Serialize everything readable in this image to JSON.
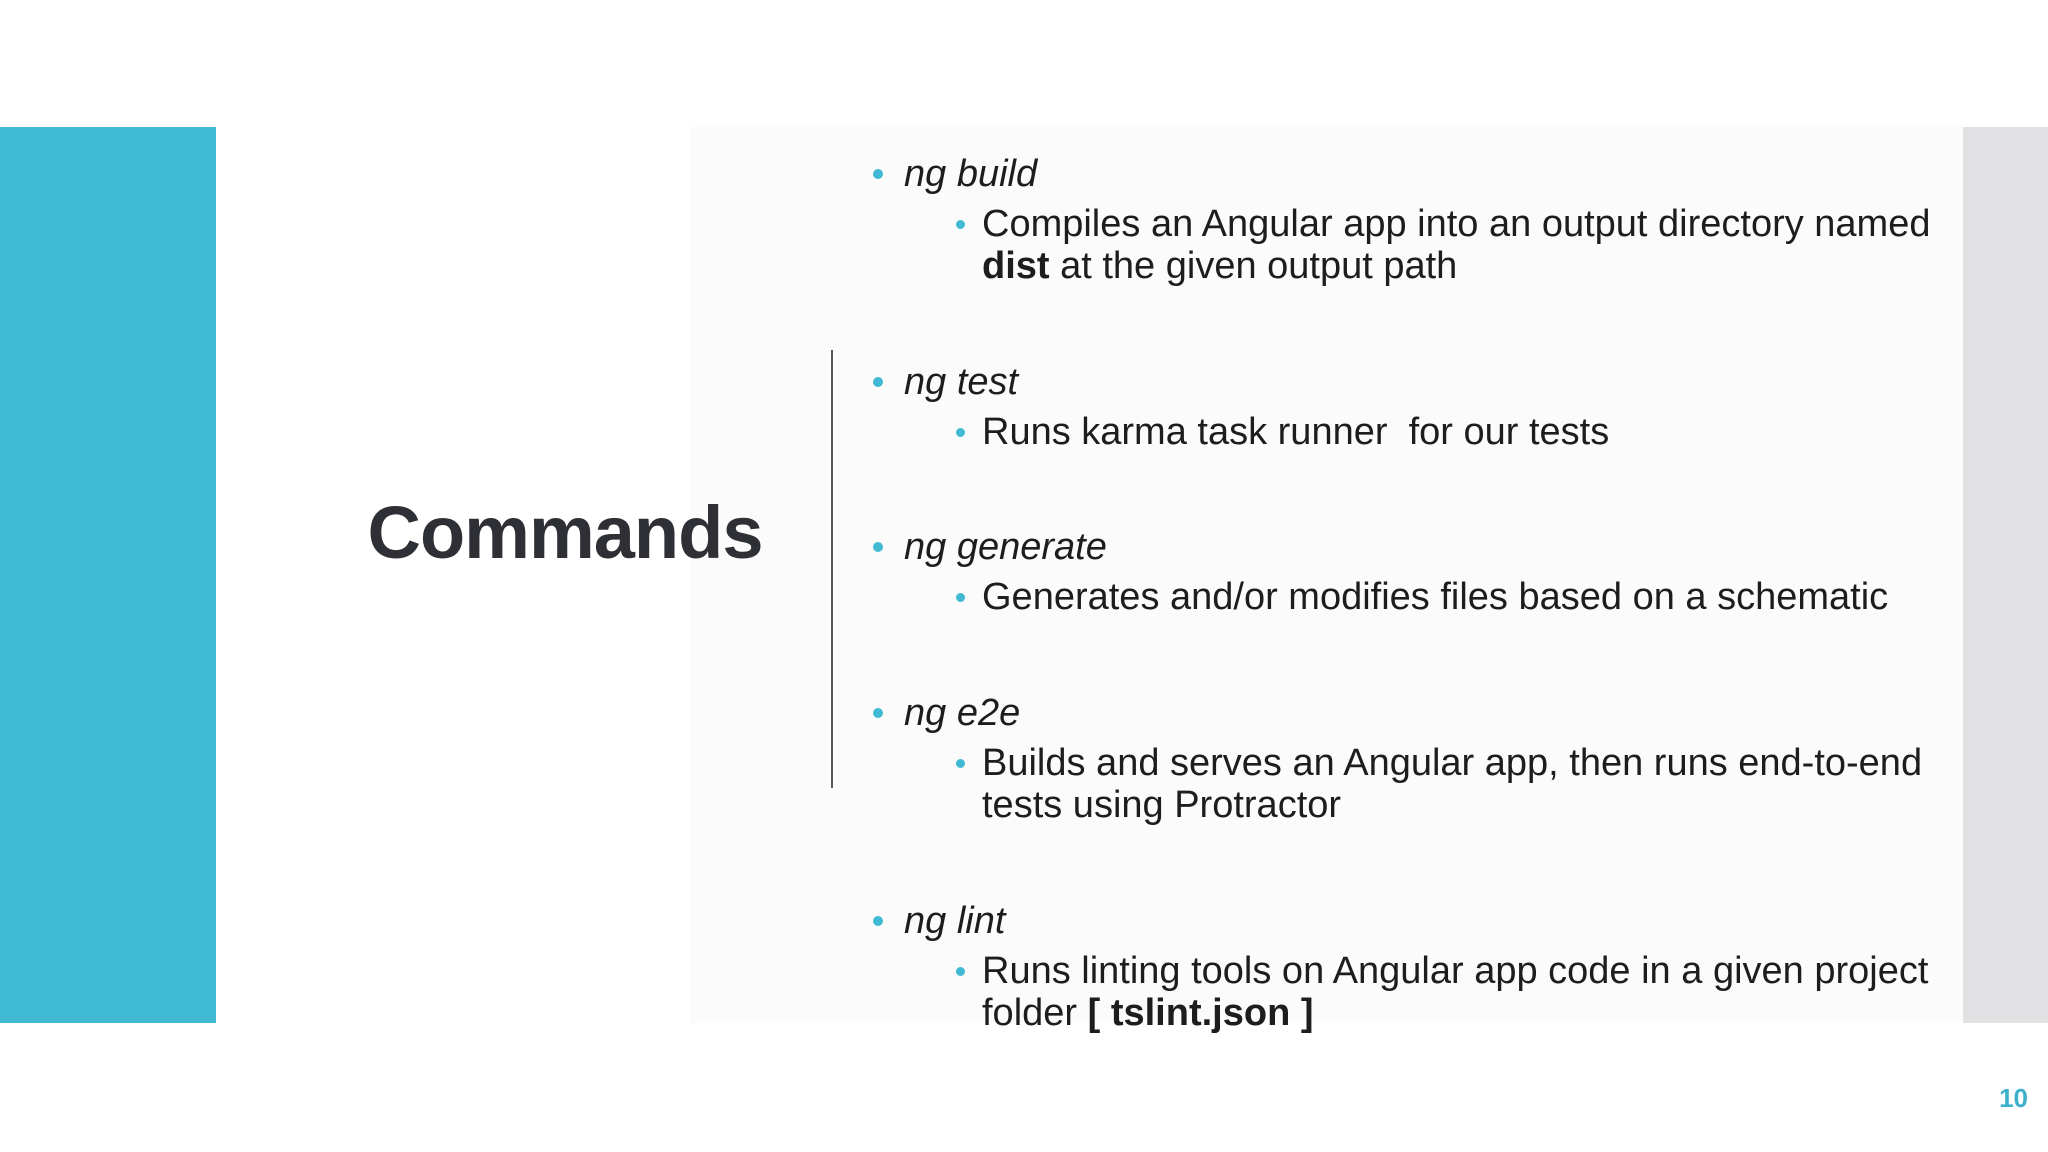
{
  "slide": {
    "title": "Commands",
    "page_number": "10"
  },
  "colors": {
    "accent_teal": "#40bad2",
    "side_bar_gray": "#e1e1e3",
    "divider_gray": "#58595b",
    "title_color": "#2e3036",
    "body_color": "#1c1d1f",
    "page_number_color": "#3cb0cb"
  },
  "commands": [
    {
      "name": "ng build",
      "desc_pre": "Compiles an Angular app into an output directory named ",
      "desc_bold": "dist",
      "desc_post": " at the given output path"
    },
    {
      "name": "ng test",
      "desc_pre": "Runs karma task runner  for our tests",
      "desc_bold": "",
      "desc_post": ""
    },
    {
      "name": "ng generate",
      "desc_pre": "Generates and/or modifies files based on a schematic",
      "desc_bold": "",
      "desc_post": ""
    },
    {
      "name": "ng e2e",
      "desc_pre": "Builds and serves an Angular app, then runs end-to-end tests using Protractor",
      "desc_bold": "",
      "desc_post": ""
    },
    {
      "name": "ng lint",
      "desc_pre": "Runs linting tools on Angular app code in a given project folder ",
      "desc_bold": "[ tslint.json ]",
      "desc_post": ""
    }
  ]
}
